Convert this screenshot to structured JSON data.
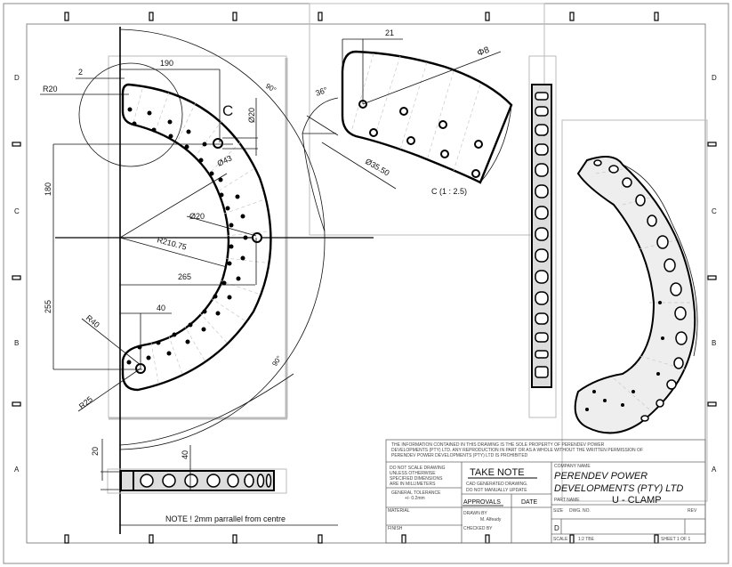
{
  "border": {
    "zone_letters_left": [
      "D",
      "C",
      "B",
      "A"
    ],
    "zone_letters_right": [
      "D",
      "C",
      "B",
      "A"
    ]
  },
  "main_view": {
    "dims": {
      "d190": "190",
      "d2": "2",
      "r20": "R20",
      "dia20_top": "Ø20",
      "dia43": "Ø43",
      "d180": "180",
      "dia20_mid": "Ø20",
      "r210": "R210.75",
      "d265": "265",
      "d255": "255",
      "d40": "40",
      "r40": "R40",
      "r25": "R25",
      "ang_top": "90°",
      "ang_bottom": "90°"
    },
    "detail_label": "C"
  },
  "detail_view": {
    "dims": {
      "d21": "21",
      "phi8": "Φ8",
      "ang36": "36°",
      "dia35": "Ø35.50"
    },
    "caption": "C (1 : 2.5)"
  },
  "bottom_view": {
    "dims": {
      "d20": "20",
      "d40": "40"
    },
    "note": "NOTE ! 2mm parrallel from centre"
  },
  "title_block": {
    "confidential": [
      "THE INFORMATION CONTAINED IN THIS DRAWING IS THE SOLE PROPERTY OF PERENDEV POWER",
      "DEVELOPMENTS (PTY) LTD. ANY REPRODUCTION IN PART OR AS A WHOLE WITHOUT THE WRITTEN PERMISSION OF",
      "PERENDEV POWER DEVELOPMENTS (PTY) LTD IS PROHIBITED"
    ],
    "scale_note": [
      "DO NOT SCALE DRAWING",
      "UNLESS OTHERWISE",
      "SPECIFIED DIMENSIONS",
      "ARE IN MILLIMETERS"
    ],
    "tolerance": [
      "GENERAL TOLERANCE",
      "+/- 0.2mm"
    ],
    "take_note": "TAKE NOTE",
    "take_note_lines": [
      "CAD GENERATED DRAWING.",
      "DO NOT MANUALLY UPDATE"
    ],
    "material_label": "MATERIAL",
    "finish_label": "FINISH",
    "approvals": "APPROVALS",
    "date": "DATE",
    "drawn_by_label": "DRAWN BY",
    "drawn_by_value": "M. Alfeady",
    "checked_by_label": "CHECKED BY",
    "company_label": "COMPANY NAME",
    "company_line1": "PERENDEV POWER",
    "company_line2": "DEVELOPMENTS (PTY) LTD",
    "part_name_label": "PART NAME",
    "part_name": "U - CLAMP",
    "size_label": "SIZE",
    "size_value": "D",
    "dwg_no_label": "DWG. NO.",
    "rev_label": "REV",
    "scale_label": "SCALE",
    "scale_value": "1:2  TBE",
    "sheet_label": "SHEET 1 OF 1"
  }
}
